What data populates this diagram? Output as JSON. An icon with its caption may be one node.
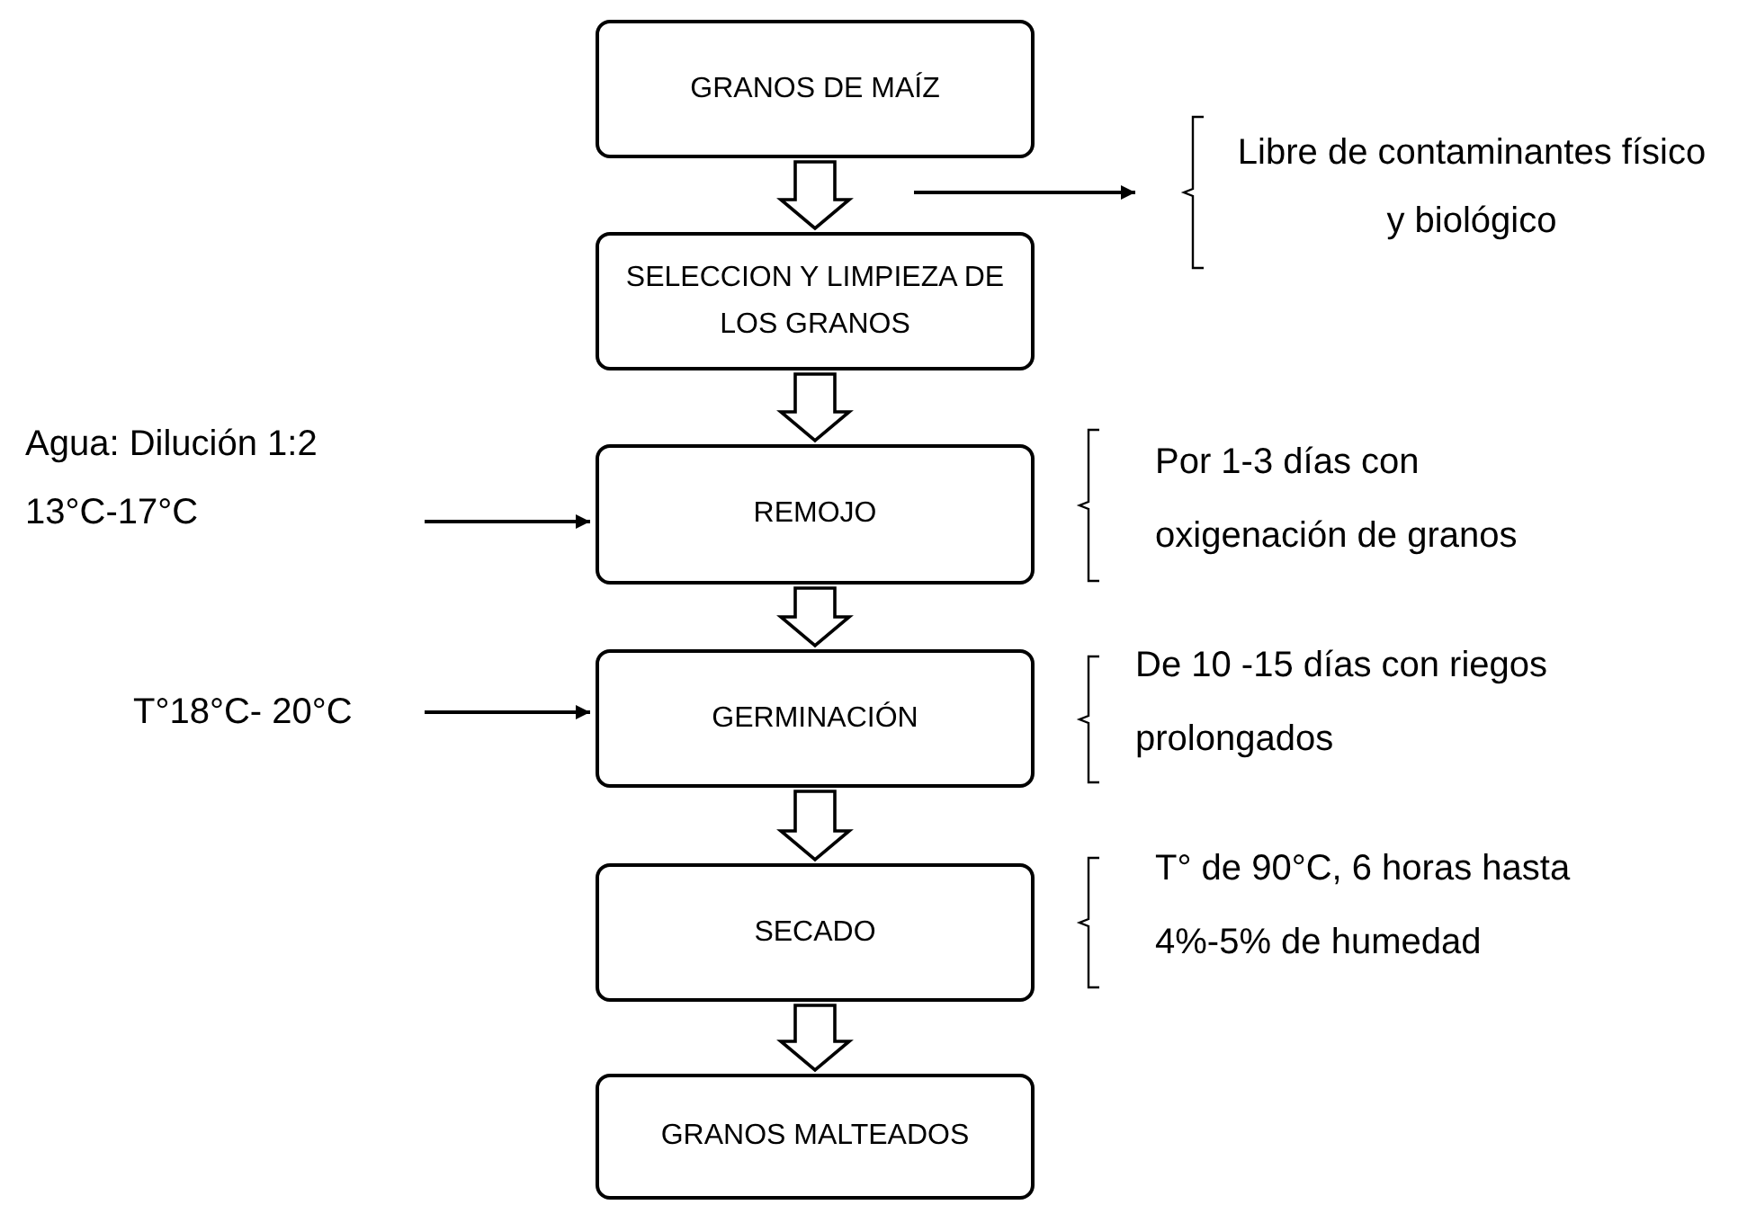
{
  "diagram": {
    "nodes": [
      {
        "text": [
          "GRANOS  DE MAÍZ"
        ]
      },
      {
        "text": [
          "SELECCION Y LIMPIEZA DE LOS GRANOS"
        ]
      },
      {
        "text": [
          "REMOJO"
        ],
        "beside": [
          "Por 1-3 días con oxigenación de granos"
        ]
      },
      {
        "text": [
          "GERMINACIÓN"
        ],
        "beside": [
          "De 10 -15 días con riegos prolongados"
        ]
      },
      {
        "text": [
          "SECADO"
        ],
        "beside": [
          "T° de 90°C, 6 horas hasta 4%-5% de humedad"
        ]
      },
      {
        "text": [
          "GRANOS MALTEADOS"
        ]
      },
      {
        "text": [
          "Libre de contaminantes físico y biológico"
        ]
      },
      {
        "text": [
          "Agua: Dilución 1:2",
          "13°C-17°C"
        ]
      },
      {
        "text": [
          "T°18°C- 20°C"
        ]
      }
    ],
    "edges": [
      {
        "from": 0,
        "to": 1,
        "arrow": "to"
      },
      {
        "from": 1,
        "to": 2,
        "arrow": "to"
      },
      {
        "from": 2,
        "to": 3,
        "arrow": "to"
      },
      {
        "from": 3,
        "to": 4,
        "arrow": "to"
      },
      {
        "from": 4,
        "to": 5,
        "arrow": "to"
      },
      {
        "from": null,
        "to": 6,
        "arrow": "to"
      },
      {
        "from": 7,
        "to": 2,
        "arrow": "to"
      },
      {
        "from": 8,
        "to": 3,
        "arrow": "to"
      }
    ]
  }
}
